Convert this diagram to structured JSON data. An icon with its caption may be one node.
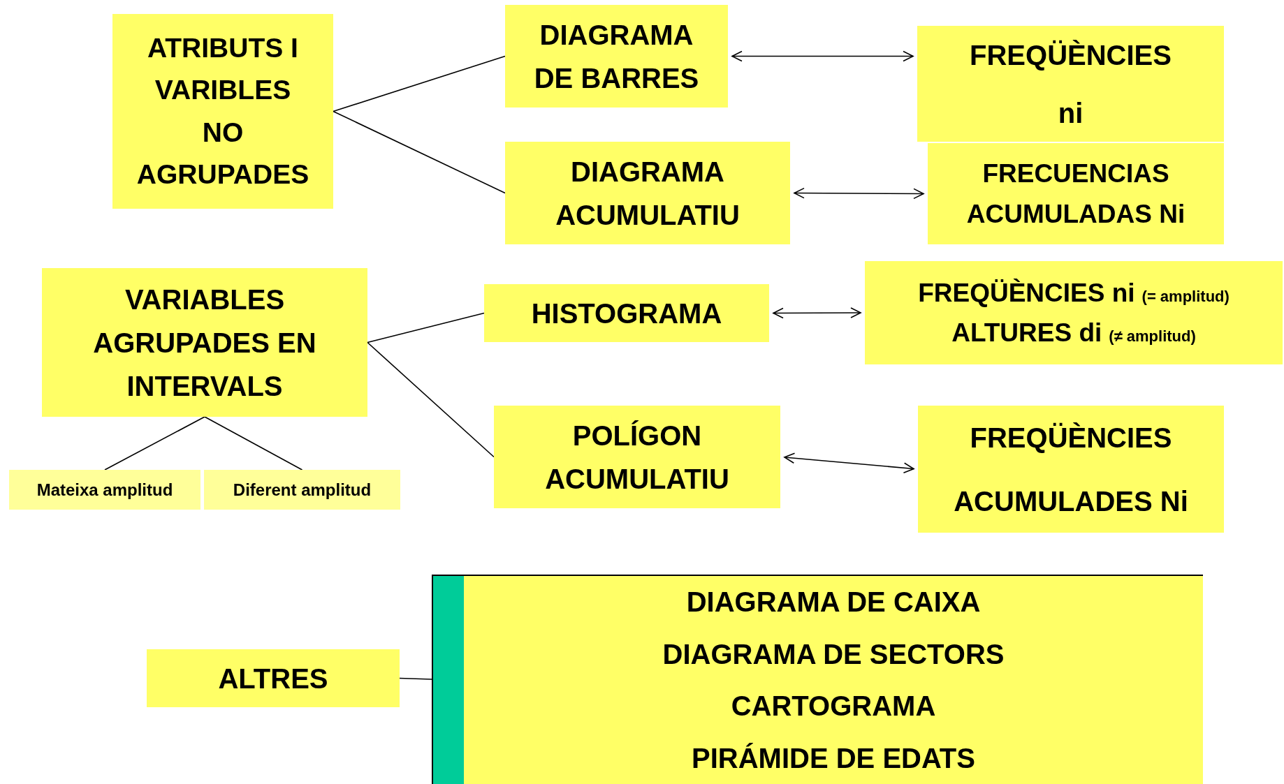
{
  "diagram": {
    "nodes": [
      {
        "text": [
          "ATRIBUTS I VARIBLES NO AGRUPADES"
        ]
      },
      {
        "text": [
          "DIAGRAMA DE BARRES"
        ]
      },
      {
        "text": [
          "FREQÜÈNCIES",
          "ni"
        ]
      },
      {
        "text": [
          "DIAGRAMA ACUMULATIU"
        ]
      },
      {
        "text": [
          "FRECUENCIAS ACUMULADAS Ni"
        ]
      },
      {
        "text": [
          "VARIABLES AGRUPADES EN INTERVALS"
        ]
      },
      {
        "text": [
          "HISTOGRAMA"
        ]
      },
      {
        "text": [
          "FREQÜÈNCIES ni",
          "(= amplitud)",
          "ALTURES di",
          "(≠ amplitud)"
        ]
      },
      {
        "text": [
          "Mateixa amplitud"
        ]
      },
      {
        "text": [
          "Diferent amplitud"
        ]
      },
      {
        "text": [
          "POLÍGON ACUMULATIU"
        ]
      },
      {
        "text": [
          "FREQÜÈNCIES",
          "ACUMULADES Ni"
        ]
      },
      {
        "text": [
          "ALTRES"
        ]
      },
      {
        "text": [
          "DIAGRAMA DE CAIXA",
          "DIAGRAMA DE SECTORS",
          "CARTOGRAMA",
          "PIRÁMIDE DE EDATS"
        ]
      }
    ],
    "edges": [
      {
        "from": 0,
        "to": 1,
        "arrow": "none"
      },
      {
        "from": 0,
        "to": 3,
        "arrow": "none"
      },
      {
        "from": 1,
        "to": 2,
        "arrow": "both"
      },
      {
        "from": 3,
        "to": 4,
        "arrow": "both"
      },
      {
        "from": 5,
        "to": 6,
        "arrow": "none"
      },
      {
        "from": 5,
        "to": 10,
        "arrow": "none"
      },
      {
        "from": 5,
        "to": 8,
        "arrow": "none"
      },
      {
        "from": 5,
        "to": 9,
        "arrow": "none"
      },
      {
        "from": 6,
        "to": 7,
        "arrow": "both"
      },
      {
        "from": 10,
        "to": 11,
        "arrow": "both"
      },
      {
        "from": 12,
        "to": 13,
        "arrow": "none"
      }
    ]
  }
}
